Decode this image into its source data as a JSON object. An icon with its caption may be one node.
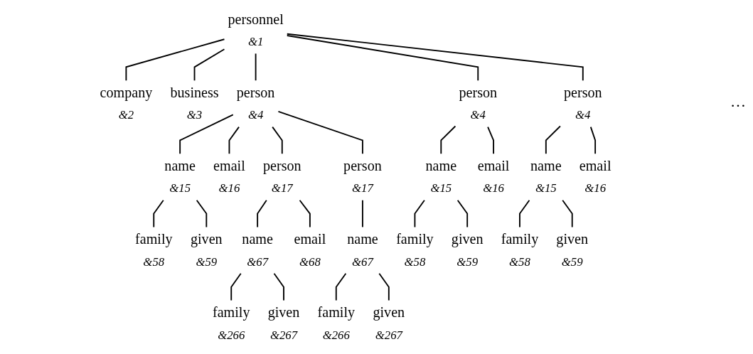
{
  "diagram": {
    "nodes": [
      {
        "text": [
          "personnel"
        ],
        "beside": [
          "&1"
        ]
      },
      {
        "text": [
          "company"
        ],
        "beside": [
          "&2"
        ]
      },
      {
        "text": [
          "business"
        ],
        "beside": [
          "&3"
        ]
      },
      {
        "text": [
          "person"
        ],
        "beside": [
          "&4"
        ]
      },
      {
        "text": [
          "person"
        ],
        "beside": [
          "&4"
        ]
      },
      {
        "text": [
          "person"
        ],
        "beside": [
          "&4"
        ]
      },
      {
        "text": [
          "name"
        ],
        "beside": [
          "&15"
        ]
      },
      {
        "text": [
          "email"
        ],
        "beside": [
          "&16"
        ]
      },
      {
        "text": [
          "person"
        ],
        "beside": [
          "&17"
        ]
      },
      {
        "text": [
          "person"
        ],
        "beside": [
          "&17"
        ]
      },
      {
        "text": [
          "name"
        ],
        "beside": [
          "&15"
        ]
      },
      {
        "text": [
          "email"
        ],
        "beside": [
          "&16"
        ]
      },
      {
        "text": [
          "name"
        ],
        "beside": [
          "&15"
        ]
      },
      {
        "text": [
          "email"
        ],
        "beside": [
          "&16"
        ]
      },
      {
        "text": [
          "family"
        ],
        "beside": [
          "&58"
        ]
      },
      {
        "text": [
          "given"
        ],
        "beside": [
          "&59"
        ]
      },
      {
        "text": [
          "name"
        ],
        "beside": [
          "&67"
        ]
      },
      {
        "text": [
          "email"
        ],
        "beside": [
          "&68"
        ]
      },
      {
        "text": [
          "name"
        ],
        "beside": [
          "&67"
        ]
      },
      {
        "text": [
          "family"
        ],
        "beside": [
          "&58"
        ]
      },
      {
        "text": [
          "given"
        ],
        "beside": [
          "&59"
        ]
      },
      {
        "text": [
          "family"
        ],
        "beside": [
          "&58"
        ]
      },
      {
        "text": [
          "given"
        ],
        "beside": [
          "&59"
        ]
      },
      {
        "text": [
          "family"
        ],
        "beside": [
          "&266"
        ]
      },
      {
        "text": [
          "given"
        ],
        "beside": [
          "&267"
        ]
      },
      {
        "text": [
          "family"
        ],
        "beside": [
          "&266"
        ]
      },
      {
        "text": [
          "given"
        ],
        "beside": [
          "&267"
        ]
      }
    ],
    "edges": [
      {
        "from": 0,
        "to": 1,
        "arrow": "none"
      },
      {
        "from": 0,
        "to": 2,
        "arrow": "none"
      },
      {
        "from": 0,
        "to": 3,
        "arrow": "none"
      },
      {
        "from": 0,
        "to": 4,
        "arrow": "none"
      },
      {
        "from": 0,
        "to": 5,
        "arrow": "none"
      },
      {
        "from": 3,
        "to": 6,
        "arrow": "none"
      },
      {
        "from": 3,
        "to": 7,
        "arrow": "none"
      },
      {
        "from": 3,
        "to": 8,
        "arrow": "none"
      },
      {
        "from": 3,
        "to": 9,
        "arrow": "none"
      },
      {
        "from": 4,
        "to": 10,
        "arrow": "none"
      },
      {
        "from": 4,
        "to": 11,
        "arrow": "none"
      },
      {
        "from": 5,
        "to": 12,
        "arrow": "none"
      },
      {
        "from": 5,
        "to": 13,
        "arrow": "none"
      },
      {
        "from": 6,
        "to": 14,
        "arrow": "none"
      },
      {
        "from": 6,
        "to": 15,
        "arrow": "none"
      },
      {
        "from": 8,
        "to": 16,
        "arrow": "none"
      },
      {
        "from": 8,
        "to": 17,
        "arrow": "none"
      },
      {
        "from": 9,
        "to": 18,
        "arrow": "none"
      },
      {
        "from": 10,
        "to": 19,
        "arrow": "none"
      },
      {
        "from": 10,
        "to": 20,
        "arrow": "none"
      },
      {
        "from": 12,
        "to": 21,
        "arrow": "none"
      },
      {
        "from": 12,
        "to": 22,
        "arrow": "none"
      },
      {
        "from": 16,
        "to": 23,
        "arrow": "none"
      },
      {
        "from": 16,
        "to": 24,
        "arrow": "none"
      },
      {
        "from": 18,
        "to": 25,
        "arrow": "none"
      },
      {
        "from": 18,
        "to": 26,
        "arrow": "none"
      }
    ],
    "labels": [
      "…"
    ]
  }
}
